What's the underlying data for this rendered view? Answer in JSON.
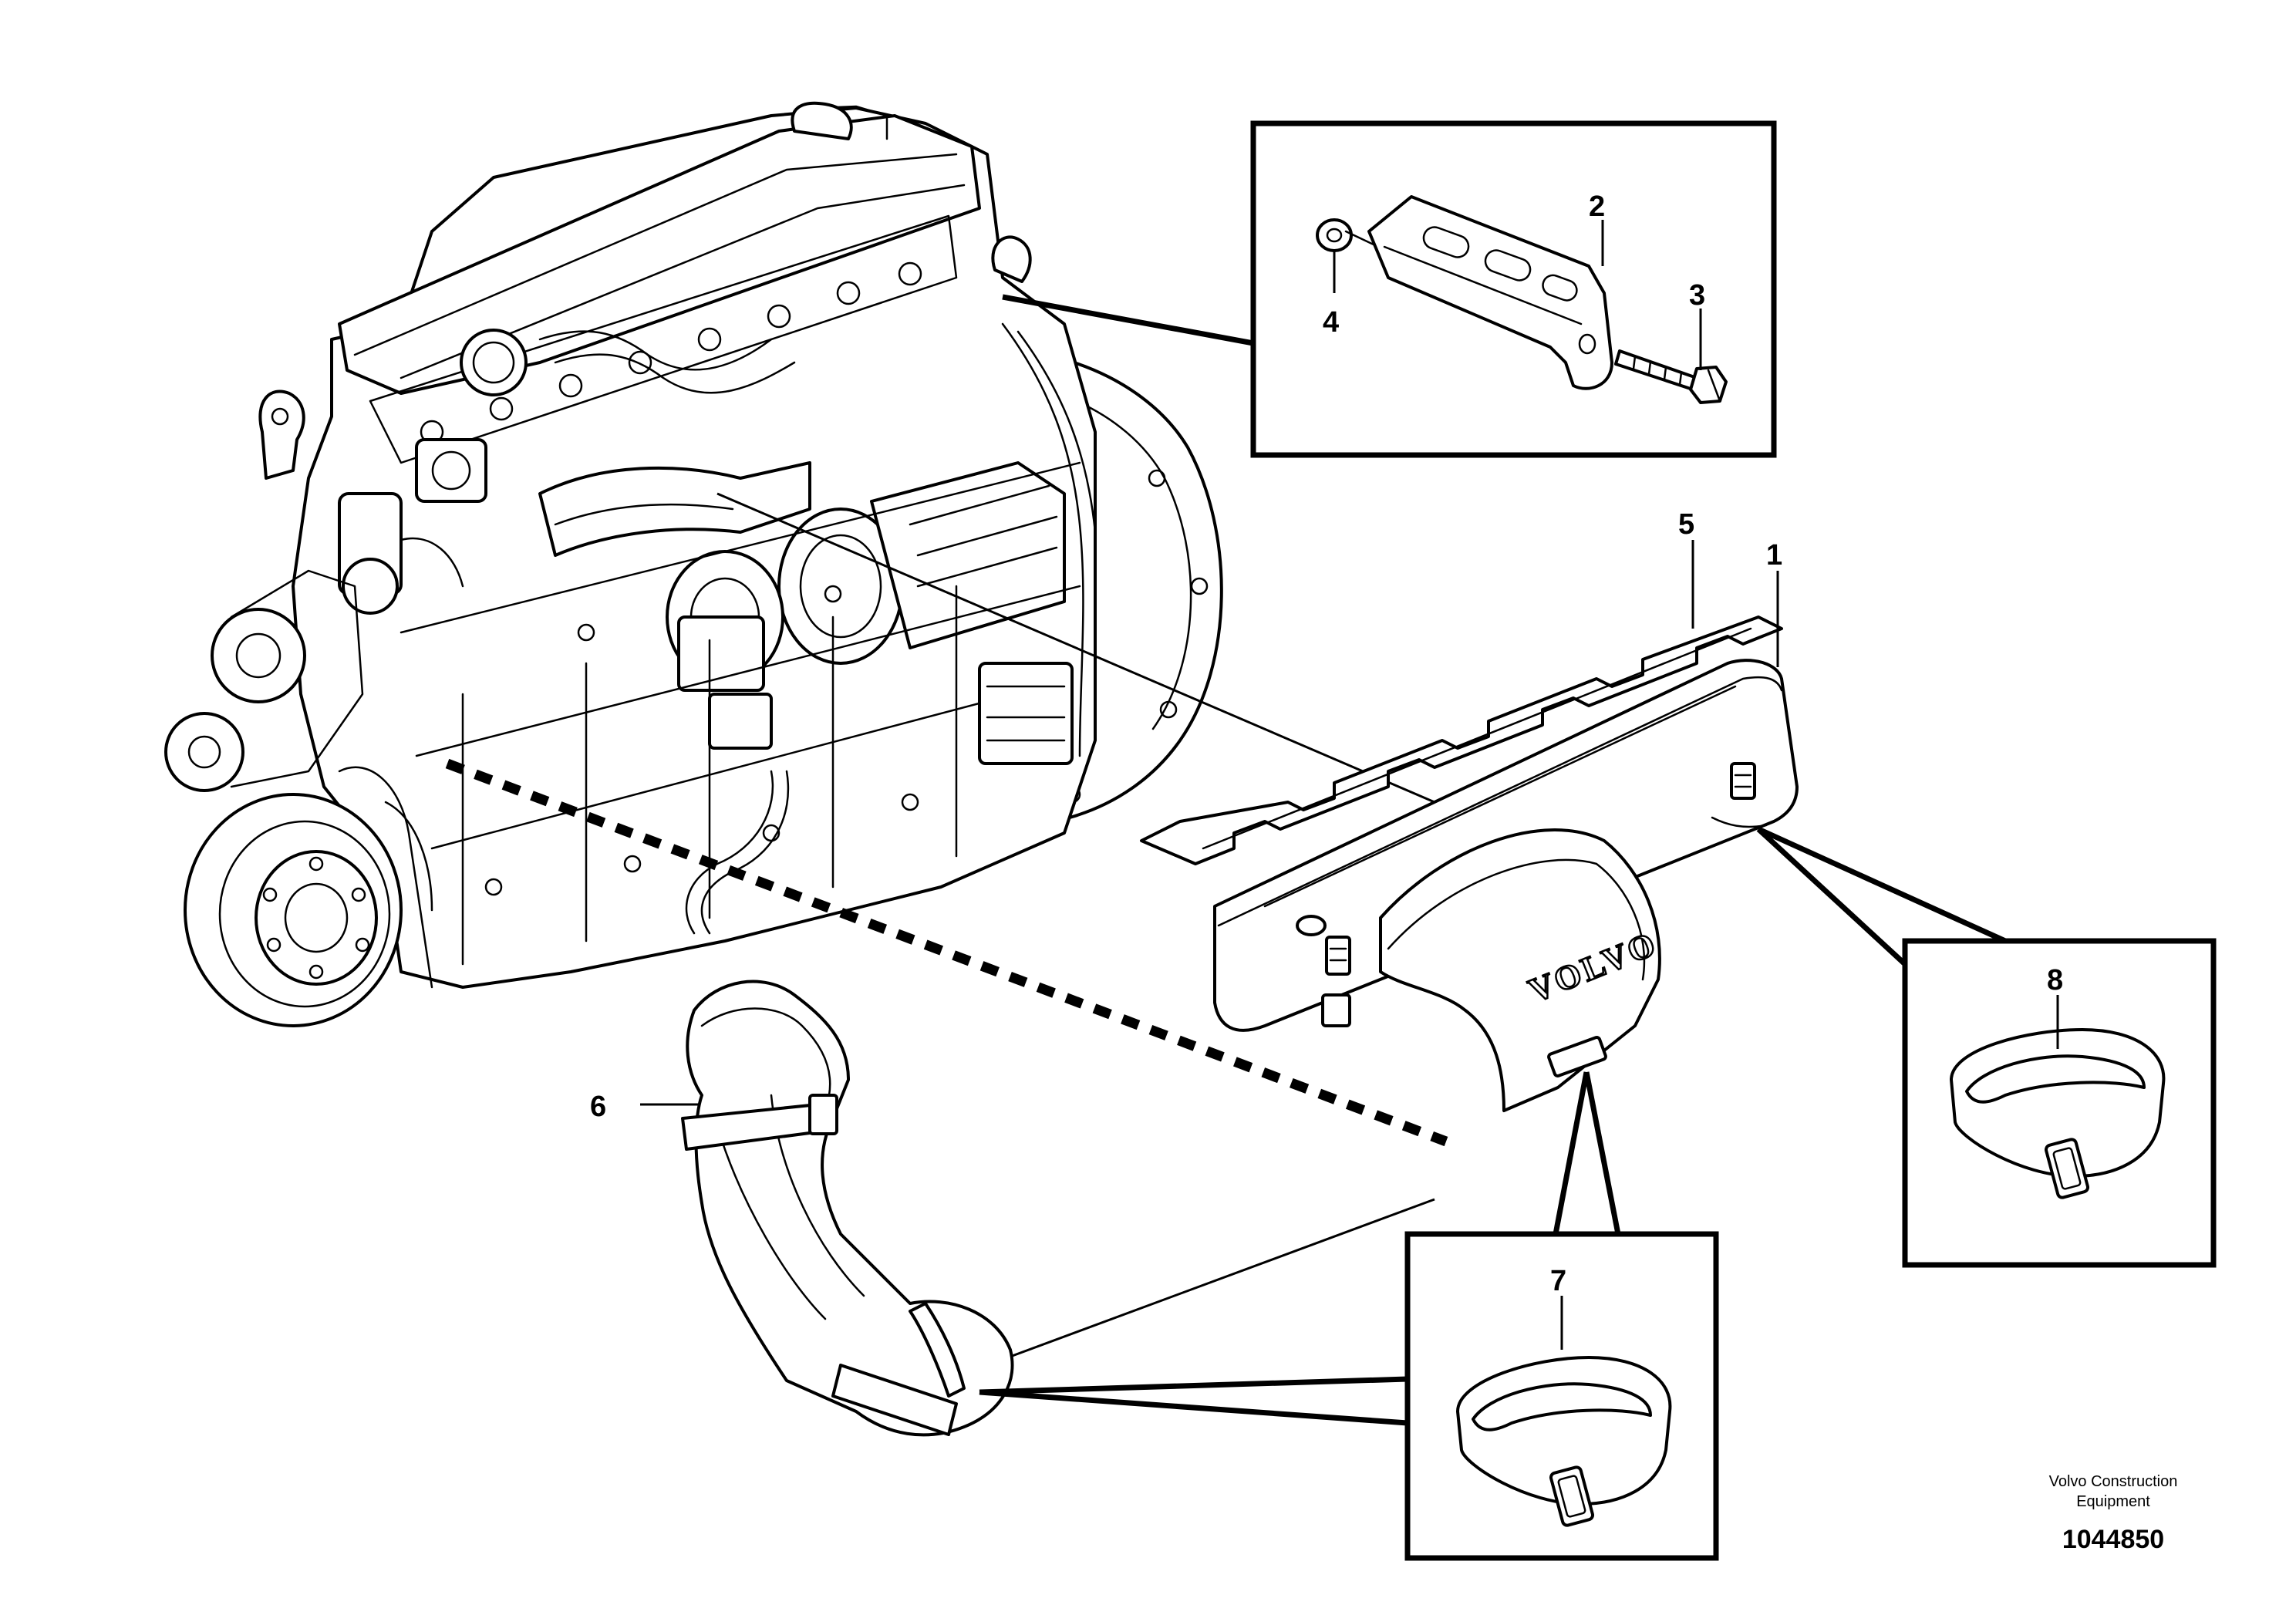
{
  "callouts": {
    "c1": "1",
    "c2": "2",
    "c3": "3",
    "c4": "4",
    "c5": "5",
    "c6": "6",
    "c7": "7",
    "c8": "8"
  },
  "cover_logo": "VOLVO",
  "footer": {
    "company_line1": "Volvo Construction",
    "company_line2": "Equipment",
    "illustration_number": "1044850"
  }
}
